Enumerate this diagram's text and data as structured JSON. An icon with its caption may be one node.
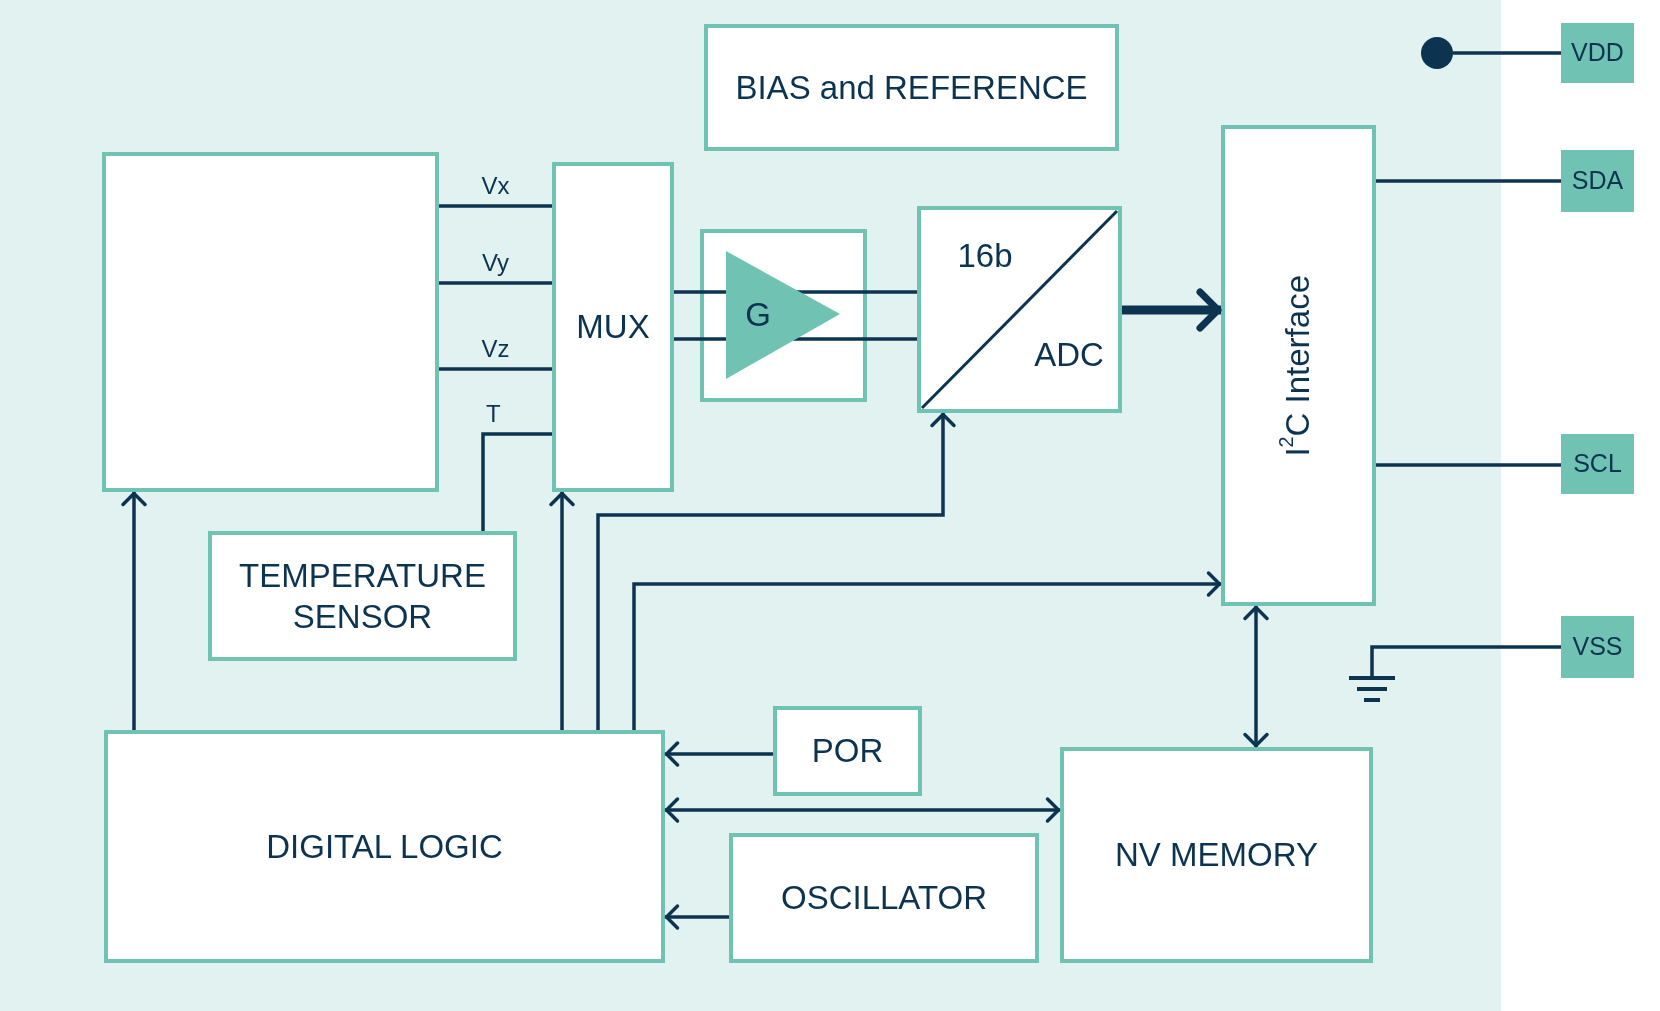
{
  "diagram": {
    "nodes": [
      {
        "text": [
          "BIAS and REFERENCE"
        ]
      },
      {
        "text": [],
        "shape": "circle"
      },
      {
        "text": [
          "VDD"
        ]
      },
      {
        "text": [],
        "shape": "box"
      },
      {
        "text": [
          "MUX"
        ]
      },
      {
        "text": [
          "I$^{2}$C Interface"
        ]
      },
      {
        "text": [
          "SDA"
        ]
      },
      {
        "text": [
          "G"
        ]
      },
      {
        "text": [
          "16b",
          "ADC"
        ]
      },
      {
        "text": [
          "SCL"
        ]
      },
      {
        "text": [
          "TEMPERATURE SENSOR"
        ]
      },
      {
        "text": [],
        "shape": "ground"
      },
      {
        "text": [
          "VSS"
        ]
      },
      {
        "text": [
          "POR"
        ]
      },
      {
        "text": [
          "DIGITAL LOGIC"
        ]
      },
      {
        "text": [
          "NV MEMORY"
        ]
      },
      {
        "text": [
          "OSCILLATOR"
        ]
      }
    ],
    "edges": [
      {
        "from": 3,
        "to": 4,
        "arrow": "none",
        "label": "Vx"
      },
      {
        "from": 3,
        "to": 4,
        "arrow": "none",
        "label": "Vy"
      },
      {
        "from": 3,
        "to": 4,
        "arrow": "none",
        "label": "Vz"
      },
      {
        "from": 10,
        "to": 4,
        "arrow": "none",
        "label": "T"
      },
      {
        "from": 4,
        "to": 7,
        "arrow": "none"
      },
      {
        "from": 4,
        "to": 7,
        "arrow": "none"
      },
      {
        "from": 7,
        "to": 8,
        "arrow": "none"
      },
      {
        "from": 7,
        "to": 8,
        "arrow": "none"
      },
      {
        "from": 8,
        "to": 5,
        "arrow": "to",
        "style": "thick"
      },
      {
        "from": 14,
        "to": 3,
        "arrow": "to"
      },
      {
        "from": 14,
        "to": 4,
        "arrow": "to"
      },
      {
        "from": 14,
        "to": 8,
        "arrow": "to"
      },
      {
        "from": 14,
        "to": 5,
        "arrow": "to"
      },
      {
        "from": 5,
        "to": 15,
        "arrow": "both"
      },
      {
        "from": 13,
        "to": 14,
        "arrow": "to"
      },
      {
        "from": 14,
        "to": 15,
        "arrow": "both"
      },
      {
        "from": 16,
        "to": 14,
        "arrow": "to"
      },
      {
        "from": 5,
        "to": 6,
        "arrow": "none"
      },
      {
        "from": 5,
        "to": 9,
        "arrow": "none"
      },
      {
        "from": 1,
        "to": 2,
        "arrow": "none"
      },
      {
        "from": 11,
        "to": 12,
        "arrow": "none"
      }
    ]
  }
}
